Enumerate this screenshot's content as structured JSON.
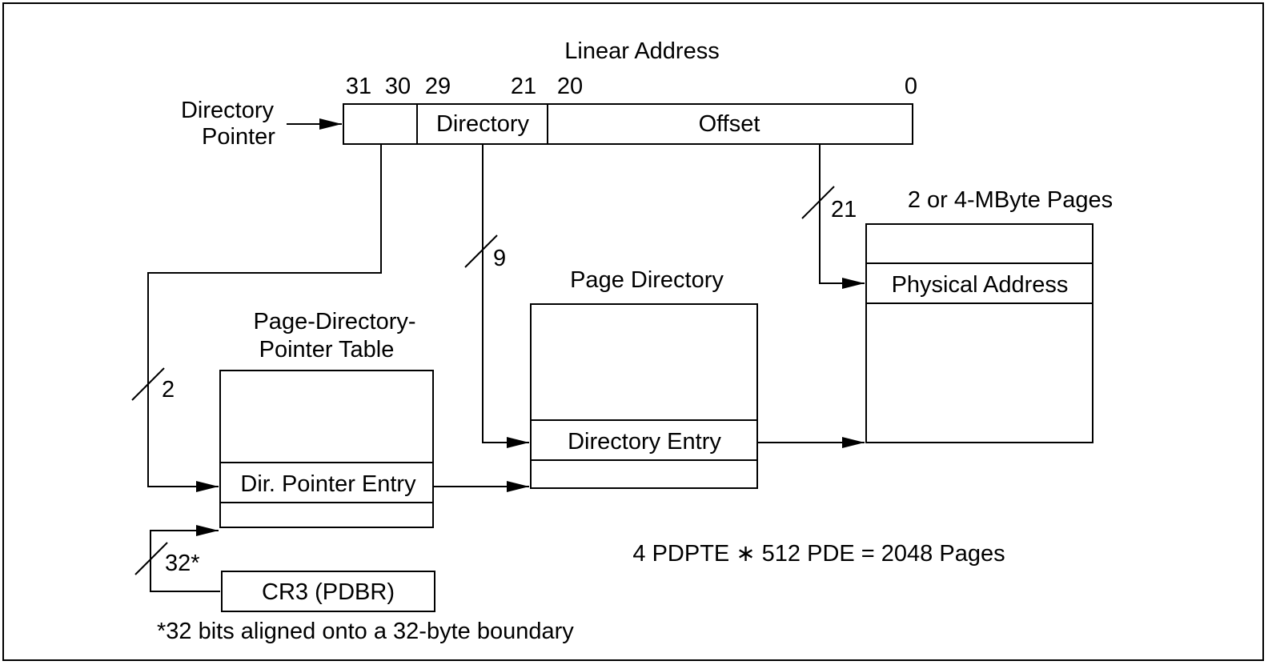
{
  "linear_address": {
    "title": "Linear Address",
    "bits": {
      "b31": "31",
      "b30": "30",
      "b29": "29",
      "b21": "21",
      "b20": "20",
      "b0": "0"
    },
    "fields": {
      "directory": "Directory",
      "offset": "Offset"
    }
  },
  "directory_pointer_label": {
    "line1": "Directory",
    "line2": "Pointer"
  },
  "bus_widths": {
    "dir_pointer": "2",
    "directory": "9",
    "offset": "21",
    "cr3": "32*"
  },
  "pdpt": {
    "title_line1": "Page-Directory-",
    "title_line2": "Pointer Table",
    "entry": "Dir. Pointer Entry"
  },
  "page_directory": {
    "title": "Page Directory",
    "entry": "Directory Entry"
  },
  "pages": {
    "title": "2 or 4-MByte Pages",
    "entry": "Physical Address"
  },
  "cr3": {
    "label": "CR3 (PDBR)"
  },
  "equation": "4 PDPTE ∗ 512 PDE = 2048 Pages",
  "footnote": "*32 bits aligned onto a 32-byte boundary",
  "colors": {
    "line": "#000000",
    "background": "#ffffff"
  }
}
